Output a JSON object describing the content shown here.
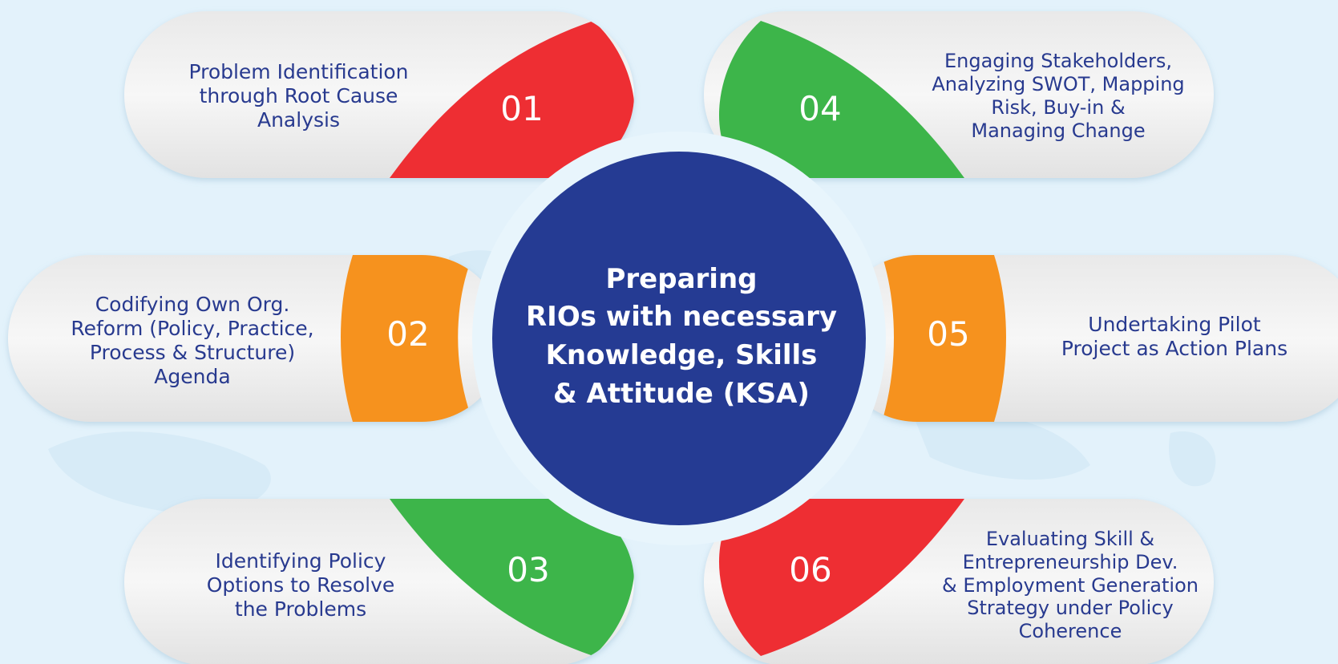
{
  "center": {
    "title": "Preparing\nRIOs with necessary\nKnowledge, Skills\n& Attitude (KSA)",
    "color": "#253b93"
  },
  "steps": [
    {
      "number": "01",
      "text": "Problem Identification\nthrough Root Cause\nAnalysis",
      "color": "#ee2e33"
    },
    {
      "number": "02",
      "text": "Codifying Own Org.\nReform (Policy, Practice,\nProcess & Structure)\nAgenda",
      "color": "#f6921e"
    },
    {
      "number": "03",
      "text": "Identifying Policy\nOptions to Resolve\nthe Problems",
      "color": "#3db54a"
    },
    {
      "number": "04",
      "text": "Engaging Stakeholders,\nAnalyzing SWOT, Mapping\nRisk, Buy-in &\nManaging Change",
      "color": "#3db54a"
    },
    {
      "number": "05",
      "text": "Undertaking Pilot\nProject as Action Plans",
      "color": "#f6921e"
    },
    {
      "number": "06",
      "text": "Evaluating Skill &\nEntrepreneurship Dev.\n& Employment Generation\nStrategy under Policy\nCoherence",
      "color": "#ee2e33"
    }
  ],
  "colors": {
    "background": "#e3f2fb",
    "pill": "#f1f1f1",
    "text": "#283a8f"
  }
}
